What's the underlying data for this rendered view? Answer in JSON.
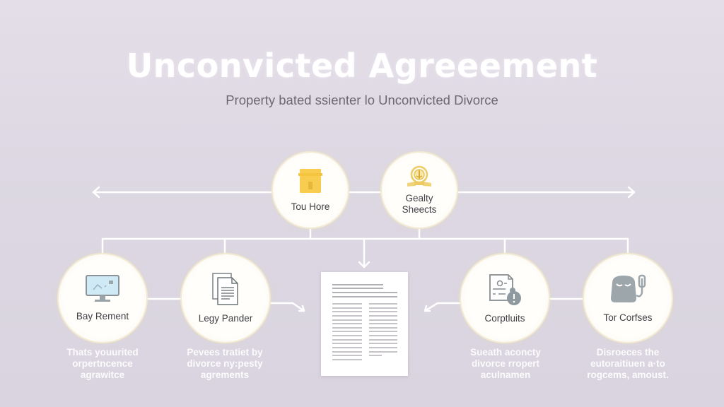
{
  "header": {
    "title": "Unconvicted Agreeement",
    "subtitle": "Property bated ssienter lo Unconvicted Divorce"
  },
  "top_nodes": [
    {
      "label": "Tou Hore",
      "icon": "house-box-icon",
      "color": "#f7cc4f"
    },
    {
      "label": "Gealty\nSheects",
      "label_line1": "Gealty",
      "label_line2": "Sheects",
      "icon": "emblem-seal-icon",
      "color": "#f0cf6a"
    }
  ],
  "bottom_nodes": [
    {
      "label": "Bay Rement",
      "icon": "monitor-chart-icon",
      "description": [
        "Thats youurited",
        "orpertncence",
        "agrawitce"
      ]
    },
    {
      "label": "Legy Pander",
      "icon": "document-pages-icon",
      "description": [
        "Pevees tratiet by",
        "divorce ny:pesty",
        "agrements"
      ]
    },
    {
      "label": "Corptluits",
      "icon": "document-alert-icon",
      "description": [
        "Sueath aconcty",
        "divorce rropert",
        "aculnamen"
      ]
    },
    {
      "label": "Tor Corfses",
      "icon": "telephone-icon",
      "description": [
        "Disroeces the",
        "eutoraitiuen a·to",
        "rogcems, amoust."
      ]
    }
  ],
  "center_document": {
    "icon": "document-preview-icon"
  },
  "colors": {
    "background": "#ddd8e3",
    "connector": "#ffffff",
    "node_ring": "#f3ead2",
    "accent_yellow": "#f7cc4f",
    "icon_gray": "#9aa3a8",
    "label_text": "#404046"
  }
}
